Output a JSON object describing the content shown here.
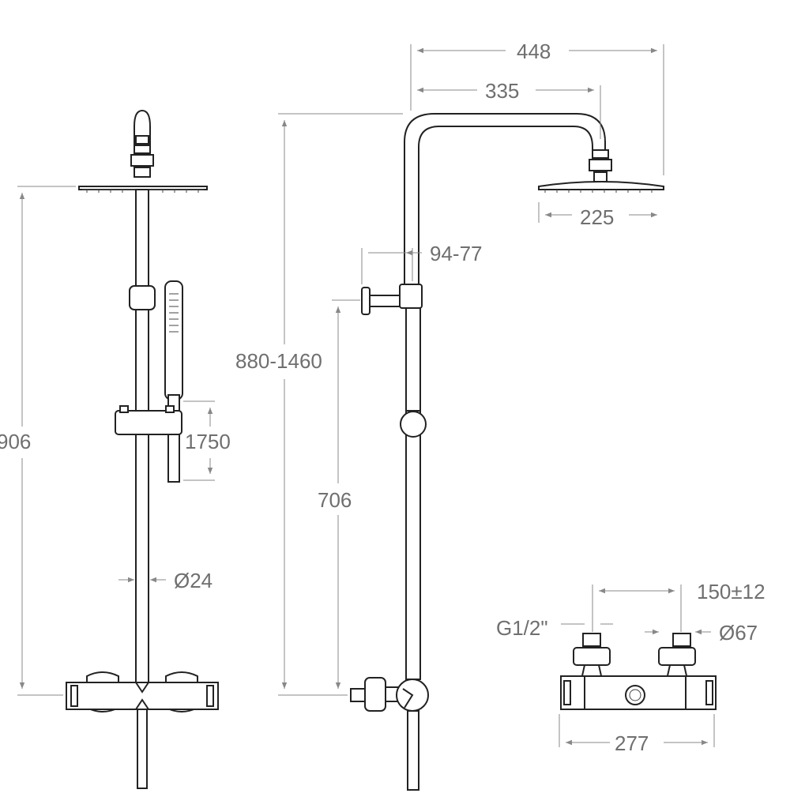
{
  "dimensions": {
    "total_height_front": "906",
    "handshower_height": "1750",
    "pipe_diameter": "Ø24",
    "arm_overall": "448",
    "arm_reach": "335",
    "head_diameter": "225",
    "bracket_offset": "94-77",
    "height_range": "880-1460",
    "bracket_height": "706",
    "inlet_centers": "150±12",
    "thread": "G1/2\"",
    "escutcheon_diameter": "Ø67",
    "mixer_width": "277"
  },
  "colors": {
    "outline": "#222222",
    "dimension_line": "#888888",
    "dimension_text": "#6f6f6f"
  }
}
